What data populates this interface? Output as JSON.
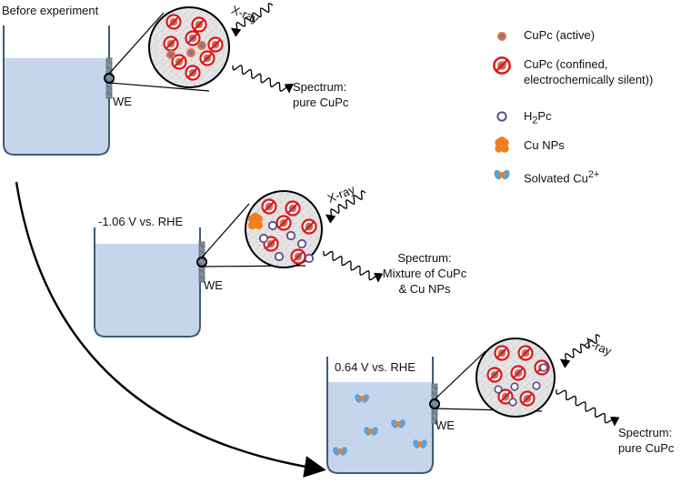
{
  "panels": [
    {
      "condition": "Before experiment",
      "electrode_label": "WE",
      "probe_label": "X-ray",
      "spectrum_lines": [
        "Spectrum:",
        "pure CuPc"
      ]
    },
    {
      "condition": "-1.06 V vs. RHE",
      "electrode_label": "WE",
      "probe_label": "X-ray",
      "spectrum_lines": [
        "Spectrum:",
        "Mixture of CuPc",
        "& Cu NPs"
      ]
    },
    {
      "condition": "0.64 V vs. RHE",
      "electrode_label": "WE",
      "probe_label": "X-ray",
      "spectrum_lines": [
        "Spectrum:",
        "pure  CuPc"
      ]
    }
  ],
  "legend": [
    {
      "key": "cupc_active",
      "icon": "cupc-active-icon",
      "label": "CuPc (active)"
    },
    {
      "key": "cupc_confined",
      "icon": "cupc-confined-icon",
      "label_lines": [
        "CuPc (confined,",
        "electrochemically silent))"
      ]
    },
    {
      "key": "h2pc",
      "icon": "h2pc-icon",
      "label_html": "H<sub>2</sub>Pc"
    },
    {
      "key": "cu_nps",
      "icon": "cu-nps-icon",
      "label": "Cu NPs"
    },
    {
      "key": "solvated_cu",
      "icon": "solvated-cu-icon",
      "label_html": "Solvated Cu<sup>2+</sup>"
    }
  ],
  "colors": {
    "electrolyte": "#c5d6ec",
    "vessel": "#3f5a78",
    "cupc_core": "#8a6fa8",
    "cupc_ring": "#e8782a",
    "confined_ring": "#e0141e",
    "h2pc_ring": "#5d4a8a",
    "cu_np": "#f07f1e",
    "cu_ion_blue": "#5aa2dc"
  }
}
